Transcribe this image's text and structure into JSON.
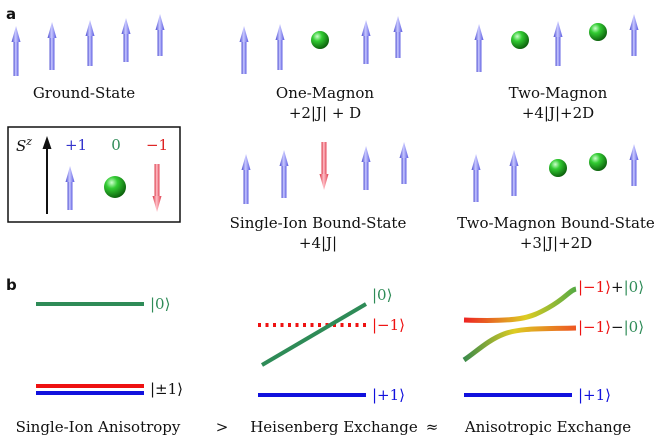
{
  "panels": {
    "a": "a",
    "b": "b"
  },
  "states": {
    "ground": {
      "label": "Ground-State"
    },
    "one_magnon": {
      "label": "One-Magnon",
      "energy": "+2|J| + D"
    },
    "two_magnon": {
      "label": "Two-Magnon",
      "energy": "+4|J|+2D"
    },
    "single_ion": {
      "label": "Single-Ion Bound-State",
      "energy": "+4|J|"
    },
    "two_magnon_bound": {
      "label": "Two-Magnon Bound-State",
      "energy": "+3|J|+2D"
    }
  },
  "legend": {
    "axis": "S",
    "axis_sup": "z",
    "plus": "+1",
    "zero": "0",
    "minus": "−1"
  },
  "levels": {
    "ket_0": "|0⟩",
    "ket_pm1": "|±1⟩",
    "ket_m1": "|−1⟩",
    "ket_p1": "|+1⟩",
    "ket_m1_plus_0": "|−1⟩+|0⟩",
    "ket_m1_minus_0": "|−1⟩−|0⟩"
  },
  "bottom": {
    "single_ion": "Single-Ion Anisotropy",
    "gt": ">",
    "heisenberg": "Heisenberg Exchange",
    "approx": "≈",
    "anisotropic": "Anisotropic Exchange"
  },
  "colors": {
    "spin_up": "#7777ee",
    "spin_down": "#ee5566",
    "zero_ball": "#22aa22",
    "green_level": "#2e8b57",
    "red_level": "#ee1111",
    "blue_level": "#1111dd",
    "plus_text": "#3333cc",
    "zero_text": "#2e8b57",
    "minus_text": "#dd2222"
  }
}
